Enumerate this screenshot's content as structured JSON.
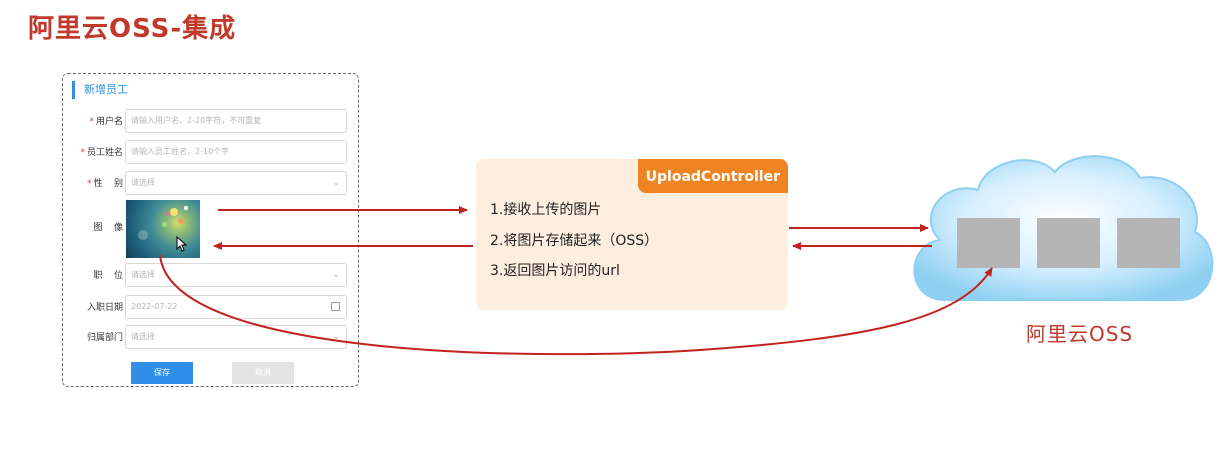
{
  "title": "阿里云OSS-集成",
  "form": {
    "header": "新增员工",
    "fields": [
      {
        "label": "用户名",
        "required": true,
        "placeholder": "请输入用户名，2-20字符，不可重复"
      },
      {
        "label": "员工姓名",
        "required": true,
        "placeholder": "请输入员工姓名，2-10个字"
      },
      {
        "label": "性    别",
        "required": true,
        "placeholder": "请选择"
      },
      {
        "label": "图    像",
        "required": false
      },
      {
        "label": "职    位",
        "required": false,
        "placeholder": "请选择"
      },
      {
        "label": "入职日期",
        "required": false,
        "placeholder": "2022-07-22"
      },
      {
        "label": "归属部门",
        "required": false,
        "placeholder": "请选择"
      }
    ],
    "save_label": "保存",
    "cancel_label": "取消"
  },
  "controller": {
    "name": "UploadController",
    "steps": [
      "1.接收上传的图片",
      "2.将图片存储起来（OSS）",
      "3.返回图片访问的url"
    ]
  },
  "oss": {
    "label": "阿里云OSS"
  },
  "colors": {
    "title": "#c0392b",
    "arrow": "#c0221e",
    "tag": "#ee8422",
    "box": "#fdeee0",
    "primary": "#2f8fe8",
    "cloud": "#a9dcf7"
  }
}
